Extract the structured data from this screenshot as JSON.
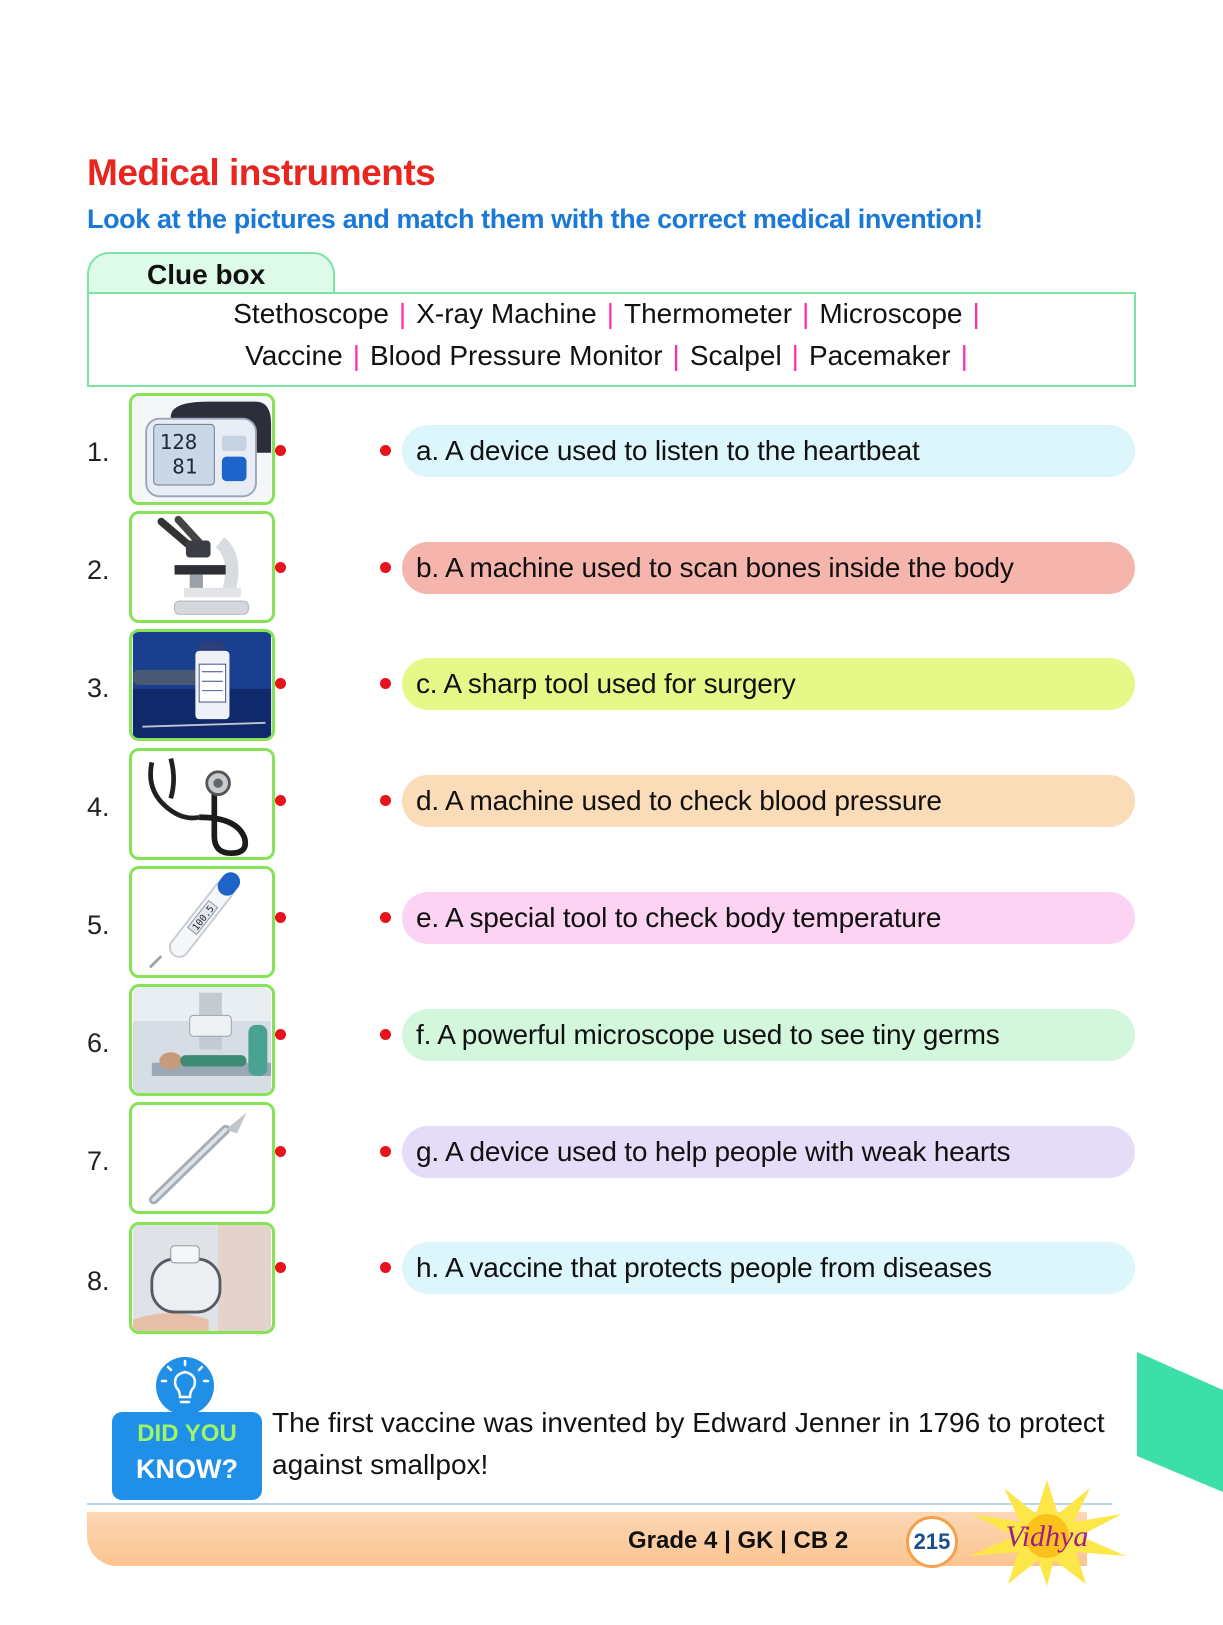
{
  "page": {
    "title": "Medical instruments",
    "instruction": "Look at the pictures and match them with the correct medical invention!"
  },
  "clue_box": {
    "label": "Clue box",
    "separator": "|",
    "line1": [
      "Stethoscope",
      "X-ray Machine",
      "Thermometer",
      "Microscope"
    ],
    "line2": [
      "Vaccine",
      "Blood Pressure Monitor",
      "Scalpel",
      "Pacemaker"
    ]
  },
  "pictures": [
    {
      "number": "1.",
      "icon": "blood-pressure-monitor-picture"
    },
    {
      "number": "2.",
      "icon": "microscope-picture"
    },
    {
      "number": "3.",
      "icon": "vaccine-picture"
    },
    {
      "number": "4.",
      "icon": "stethoscope-picture"
    },
    {
      "number": "5.",
      "icon": "thermometer-picture"
    },
    {
      "number": "6.",
      "icon": "xray-machine-picture"
    },
    {
      "number": "7.",
      "icon": "scalpel-picture"
    },
    {
      "number": "8.",
      "icon": "pacemaker-picture"
    }
  ],
  "monitor_display": {
    "top": "128",
    "bottom": "81"
  },
  "thermometer_display": "100.5",
  "descriptions": [
    {
      "text": "a. A device used to listen to the heartbeat",
      "color": "#dcf6fc"
    },
    {
      "text": "b. A machine used to scan bones inside the body",
      "color": "#f6b5ac"
    },
    {
      "text": "c. A sharp tool used for surgery",
      "color": "#e6f888"
    },
    {
      "text": "d. A machine used to check blood pressure",
      "color": "#fbdcb9"
    },
    {
      "text": "e. A special tool to check body temperature",
      "color": "#fcd3f2"
    },
    {
      "text": "f. A powerful microscope used to see tiny germs",
      "color": "#d2f7dd"
    },
    {
      "text": "g. A device used to help people with weak hearts",
      "color": "#e5dcf7"
    },
    {
      "text": "h. A vaccine that protects people from diseases",
      "color": "#dcf6fc"
    }
  ],
  "did_you_know": {
    "label_line1": "DID YOU",
    "label_line2": "KNOW?",
    "text": "The first vaccine was invented by Edward Jenner in 1796 to protect against smallpox!"
  },
  "footer": {
    "grade": "Grade 4",
    "subject": "GK",
    "book": "CB 2",
    "page_number": "215",
    "logo_text": "Vidhya"
  },
  "colors": {
    "title": "#e8261f",
    "instruction": "#1a78d6",
    "clue_border": "#7de3a4",
    "separator": "#ff2ea6",
    "picture_border": "#86e356",
    "dot": "#e8121a",
    "side_tab": "#3ddfa8"
  }
}
